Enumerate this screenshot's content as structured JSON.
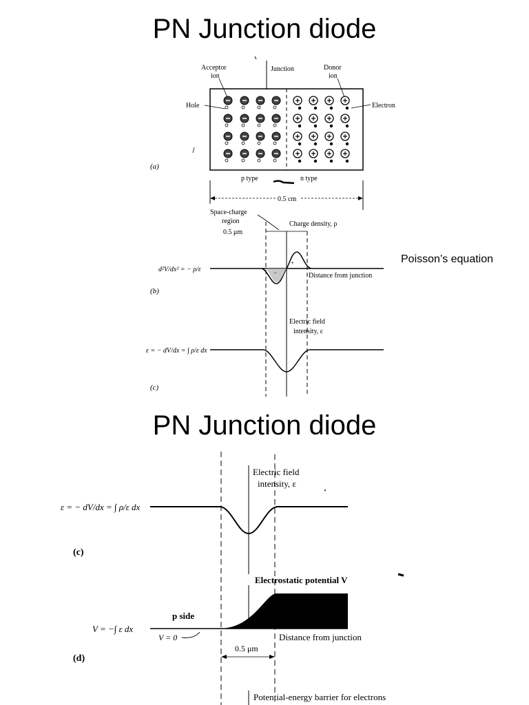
{
  "titles": {
    "top": "PN Junction diode",
    "bottom": "PN Junction diode"
  },
  "side_note": "Poisson’s equation",
  "fig_a": {
    "acceptor_label_1": "Acceptor",
    "acceptor_label_2": "ion",
    "junction_label": "Junction",
    "donor_label_1": "Donor",
    "donor_label_2": "ion",
    "hole_label": "Hole",
    "electron_label": "Electron",
    "panel_label": "(a)",
    "p_type": "p type",
    "n_type": "n type",
    "width_label": "0.5 cm"
  },
  "fig_b": {
    "space_charge_1": "Space-charge",
    "space_charge_2": "region",
    "space_charge_3": "0.5 μm",
    "charge_density": "Charge density, ρ",
    "equation": "d²V/dx² = − ρ/ε",
    "distance": "Distance from junction",
    "panel_label": "(b)"
  },
  "fig_c": {
    "field_1": "Electric field",
    "field_2": "intensity, ε",
    "equation": "ε = − dV/dx = ∫ ρ/ε dx",
    "panel_label": "(c)"
  },
  "fig_c2": {
    "field_1": "Electric field",
    "field_2": "intensity, ε",
    "equation": "ε = − dV/dx = ∫ ρ/ε dx",
    "panel_label": "(c)"
  },
  "fig_d": {
    "potential": "Electrostatic potential V",
    "p_side": "p side",
    "equation": "V = −∫ ε dx",
    "v_zero": "V = 0",
    "width": "0.5 μm",
    "distance": "Distance from junction",
    "panel_label": "(d)",
    "barrier": "Potential-energy barrier for electrons"
  }
}
